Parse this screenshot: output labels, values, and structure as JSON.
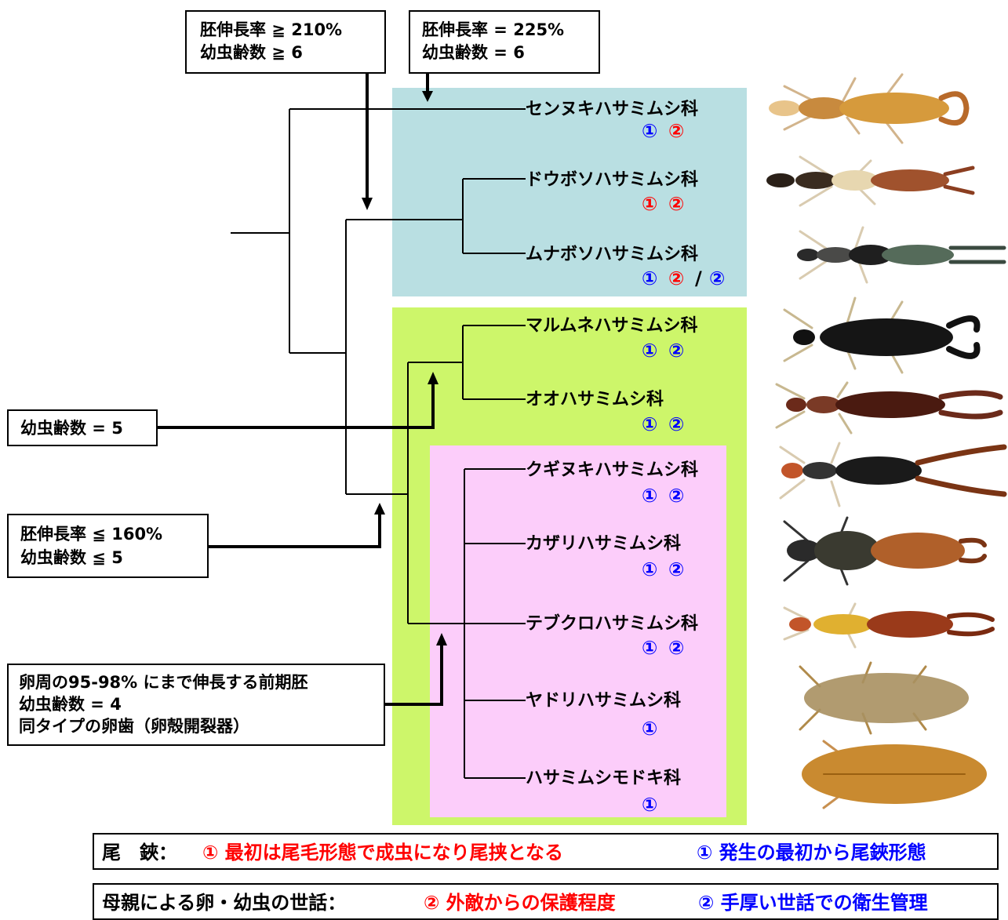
{
  "colors": {
    "blue_region": "#b9dfe2",
    "green_region": "#cdf66a",
    "pink_region": "#fccdfa",
    "red": "#ff0000",
    "blue": "#0000ff"
  },
  "boxes": {
    "box1": {
      "line1": "胚伸長率 ≧ 210%",
      "line2": "幼虫齢数 ≧ 6"
    },
    "box2": {
      "line1": "胚伸長率 = 225%",
      "line2": "幼虫齢数 = 6"
    },
    "box3": {
      "line1": "幼虫齢数 = 5"
    },
    "box4": {
      "line1": "胚伸長率 ≦ 160%",
      "line2": "幼虫齢数 ≦ 5"
    },
    "box5": {
      "line1": "卵周の95-98% にまで伸長する前期胚",
      "line2": "幼虫齢数 = 4",
      "line3": "同タイプの卵歯（卵殻開裂器）"
    }
  },
  "taxa": [
    {
      "name": "センヌキハサミムシ科",
      "m1": "①",
      "m2": "②"
    },
    {
      "name": "ドウボソハサミムシ科",
      "m1": "①",
      "m2": "②"
    },
    {
      "name": "ムナボソハサミムシ科",
      "m1": "①",
      "m2": "②",
      "sep": "/",
      "m3": "②"
    },
    {
      "name": "マルムネハサミムシ科",
      "m1": "①",
      "m2": "②"
    },
    {
      "name": "オオハサミムシ科",
      "m1": "①",
      "m2": "②"
    },
    {
      "name": "クギヌキハサミムシ科",
      "m1": "①",
      "m2": "②"
    },
    {
      "name": "カザリハサミムシ科",
      "m1": "①",
      "m2": "②"
    },
    {
      "name": "テブクロハサミムシ科",
      "m1": "①",
      "m2": "②"
    },
    {
      "name": "ヤドリハサミムシ科",
      "m1": "①"
    },
    {
      "name": "ハサミムシモドキ科",
      "m1": "①"
    }
  ],
  "legend": {
    "row1": {
      "label": "尾　鋏：",
      "red_text": "① 最初は尾毛形態で成虫になり尾挟となる",
      "blue_text": "① 発生の最初から尾鋏形態"
    },
    "row2": {
      "label": "母親による卵・幼虫の世話：",
      "red_text": "② 外敵からの保護程度",
      "blue_text": "② 手厚い世話での衛生管理"
    }
  }
}
